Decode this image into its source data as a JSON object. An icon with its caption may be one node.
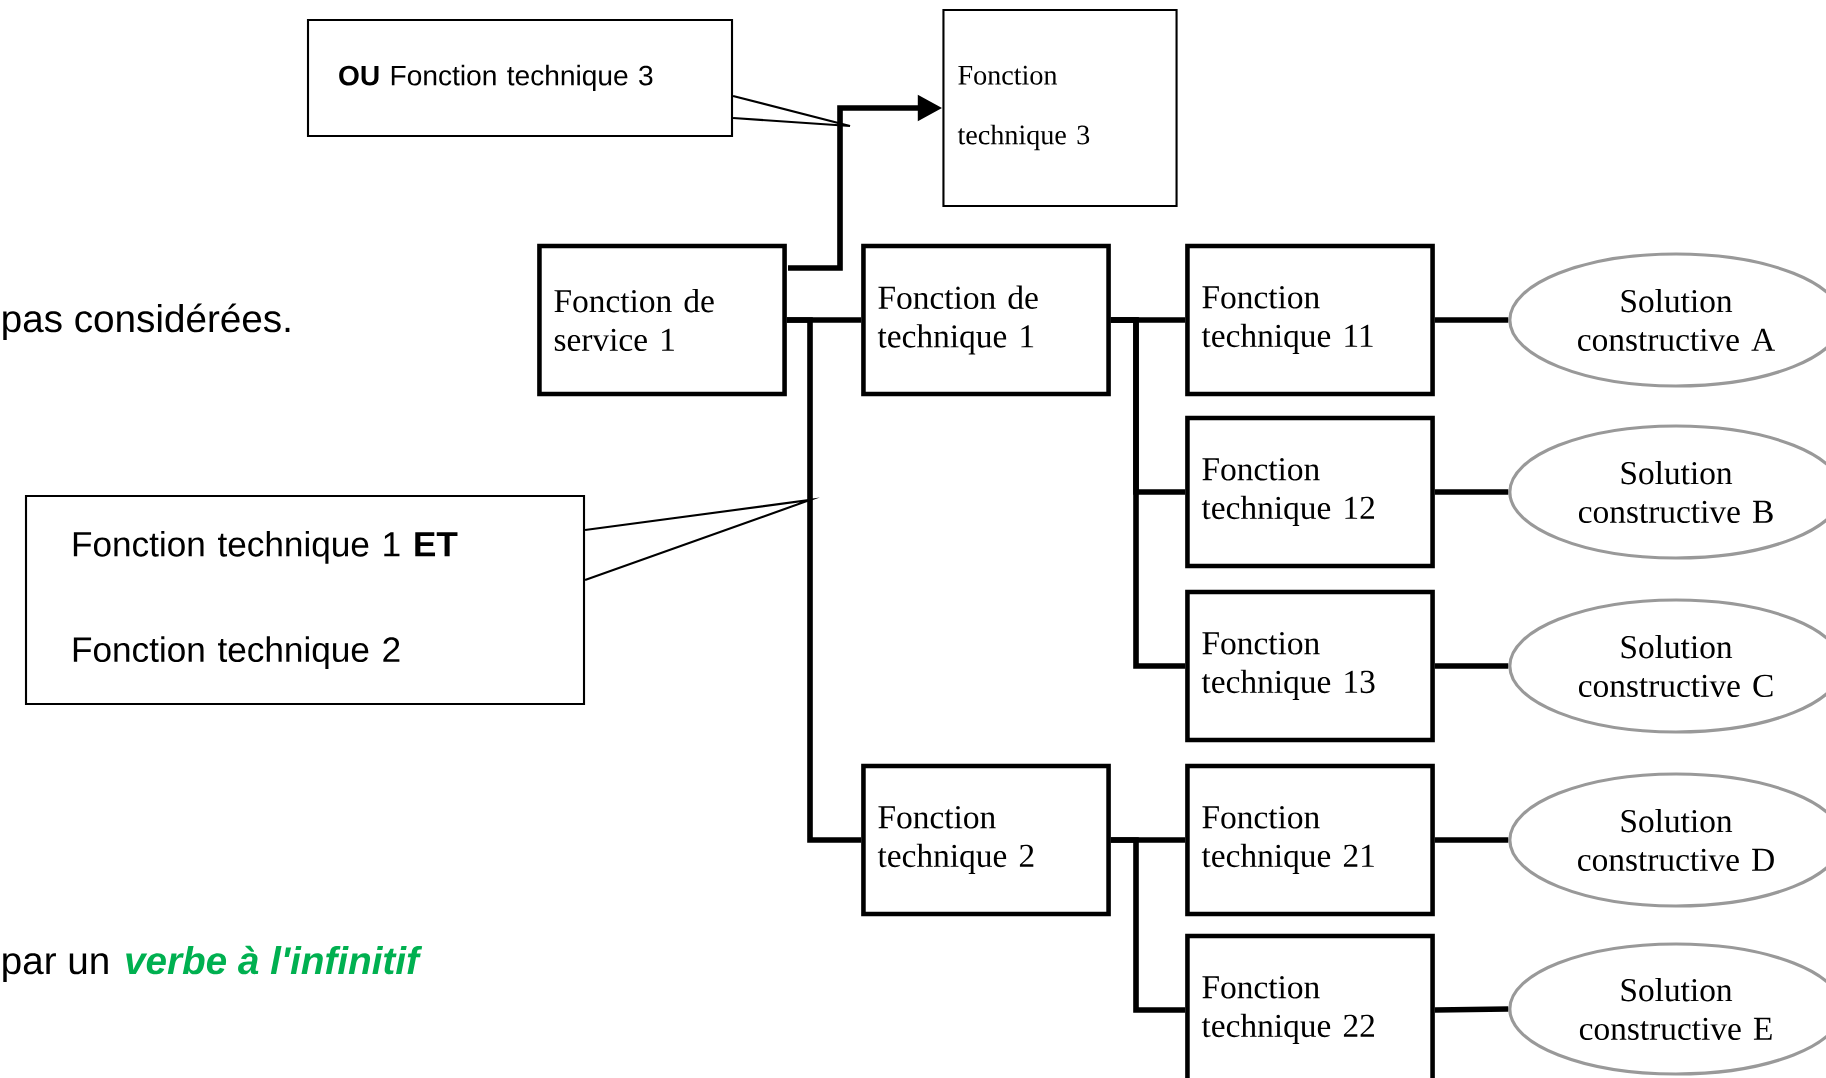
{
  "diagram": {
    "nodes": [
      {
        "text": [
          "**OU** Fonction technique 3"
        ]
      },
      {
        "text": [
          "Fonction technique 3"
        ]
      },
      {
        "text": [
          "Fonction de service 1"
        ]
      },
      {
        "text": [
          "Fonction de technique 1"
        ]
      },
      {
        "text": [
          "Fonction technique 11"
        ]
      },
      {
        "text": [
          "Solution constructive A"
        ]
      },
      {
        "text": [
          "Fonction technique 12"
        ]
      },
      {
        "text": [
          "Solution constructive B"
        ]
      },
      {
        "text": [
          "Fonction technique 1 **ET**",
          "Fonction technique 2"
        ]
      },
      {
        "text": [
          "Fonction technique 13"
        ]
      },
      {
        "text": [
          "Solution constructive C"
        ]
      },
      {
        "text": [
          "Fonction technique 2"
        ]
      },
      {
        "text": [
          "Fonction technique 21"
        ]
      },
      {
        "text": [
          "Solution constructive D"
        ]
      },
      {
        "text": [
          "Fonction technique 22"
        ]
      },
      {
        "text": [
          "Solution constructive E"
        ]
      }
    ],
    "edges": [
      {
        "from": 0,
        "to": null,
        "arrow": "none"
      },
      {
        "from": 2,
        "to": 1,
        "arrow": "to"
      },
      {
        "from": 2,
        "to": 3,
        "arrow": "none"
      },
      {
        "from": 2,
        "to": 11,
        "arrow": "none"
      },
      {
        "from": 8,
        "to": null,
        "arrow": "none"
      },
      {
        "from": 3,
        "to": 4,
        "arrow": "none"
      },
      {
        "from": 3,
        "to": 6,
        "arrow": "none"
      },
      {
        "from": 3,
        "to": 9,
        "arrow": "none"
      },
      {
        "from": 4,
        "to": 5,
        "arrow": "none"
      },
      {
        "from": 6,
        "to": 7,
        "arrow": "none"
      },
      {
        "from": 9,
        "to": 10,
        "arrow": "none"
      },
      {
        "from": 11,
        "to": 12,
        "arrow": "none"
      },
      {
        "from": 11,
        "to": 14,
        "arrow": "none"
      },
      {
        "from": 12,
        "to": 13,
        "arrow": "none"
      },
      {
        "from": 14,
        "to": 15,
        "arrow": "none"
      }
    ],
    "labels": [
      "pas considérées.",
      "par un",
      "verbe à l'infinitif"
    ]
  }
}
